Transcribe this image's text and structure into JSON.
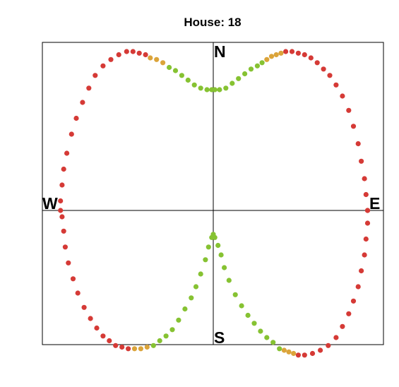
{
  "chart_data": {
    "type": "scatter",
    "title": "House:  18",
    "xlim": [
      -1,
      1
    ],
    "ylim": [
      -1,
      1
    ],
    "grid": false,
    "axis_labels": {
      "north": "N",
      "south": "S",
      "east": "E",
      "west": "W"
    },
    "colors": {
      "red": "#d53a36",
      "orange": "#dba43a",
      "green": "#86c232",
      "axes": "#000000"
    },
    "points": {
      "color_order": [
        "red",
        "orange",
        "green"
      ],
      "top_right": [
        [
          0.01,
          0.76,
          "green"
        ],
        [
          0.04,
          0.76,
          "green"
        ],
        [
          0.08,
          0.77,
          "green"
        ],
        [
          0.12,
          0.8,
          "green"
        ],
        [
          0.16,
          0.83,
          "green"
        ],
        [
          0.2,
          0.86,
          "green"
        ],
        [
          0.24,
          0.89,
          "green"
        ],
        [
          0.28,
          0.91,
          "green"
        ],
        [
          0.31,
          0.93,
          "green"
        ],
        [
          0.34,
          0.95,
          "orange"
        ],
        [
          0.37,
          0.97,
          "orange"
        ],
        [
          0.4,
          0.98,
          "orange"
        ],
        [
          0.43,
          0.99,
          "orange"
        ],
        [
          0.46,
          1.0,
          "red"
        ],
        [
          0.5,
          1.0,
          "red"
        ],
        [
          0.54,
          0.99,
          "red"
        ],
        [
          0.58,
          0.98,
          "red"
        ],
        [
          0.62,
          0.96,
          "red"
        ],
        [
          0.66,
          0.93,
          "red"
        ],
        [
          0.7,
          0.89,
          "red"
        ],
        [
          0.74,
          0.85,
          "red"
        ],
        [
          0.78,
          0.79,
          "red"
        ],
        [
          0.82,
          0.72,
          "red"
        ],
        [
          0.86,
          0.63,
          "red"
        ],
        [
          0.89,
          0.53,
          "red"
        ],
        [
          0.92,
          0.42,
          "red"
        ],
        [
          0.94,
          0.31,
          "red"
        ],
        [
          0.96,
          0.2,
          "red"
        ],
        [
          0.97,
          0.1,
          "red"
        ],
        [
          0.98,
          0.0,
          "red"
        ]
      ],
      "bottom_right": [
        [
          0.98,
          0.0,
          "red"
        ],
        [
          0.98,
          -0.08,
          "red"
        ],
        [
          0.97,
          -0.18,
          "red"
        ],
        [
          0.96,
          -0.28,
          "red"
        ],
        [
          0.94,
          -0.38,
          "red"
        ],
        [
          0.92,
          -0.48,
          "red"
        ],
        [
          0.89,
          -0.57,
          "red"
        ],
        [
          0.86,
          -0.65,
          "red"
        ],
        [
          0.82,
          -0.73,
          "red"
        ],
        [
          0.78,
          -0.8,
          "red"
        ],
        [
          0.73,
          -0.85,
          "red"
        ],
        [
          0.68,
          -0.88,
          "red"
        ],
        [
          0.63,
          -0.9,
          "red"
        ],
        [
          0.58,
          -0.91,
          "red"
        ],
        [
          0.54,
          -0.91,
          "red"
        ],
        [
          0.51,
          -0.9,
          "orange"
        ],
        [
          0.48,
          -0.89,
          "orange"
        ],
        [
          0.45,
          -0.88,
          "orange"
        ],
        [
          0.42,
          -0.87,
          "green"
        ],
        [
          0.38,
          -0.83,
          "green"
        ],
        [
          0.34,
          -0.8,
          "green"
        ],
        [
          0.3,
          -0.76,
          "green"
        ],
        [
          0.26,
          -0.71,
          "green"
        ],
        [
          0.22,
          -0.66,
          "green"
        ],
        [
          0.18,
          -0.6,
          "green"
        ],
        [
          0.14,
          -0.53,
          "green"
        ],
        [
          0.1,
          -0.44,
          "green"
        ],
        [
          0.07,
          -0.36,
          "green"
        ],
        [
          0.05,
          -0.28,
          "green"
        ],
        [
          0.03,
          -0.22,
          "green"
        ],
        [
          0.01,
          -0.17,
          "green"
        ],
        [
          0.0,
          -0.15,
          "green"
        ]
      ],
      "bottom_left": [
        [
          -0.01,
          -0.17,
          "green"
        ],
        [
          -0.03,
          -0.23,
          "green"
        ],
        [
          -0.05,
          -0.31,
          "green"
        ],
        [
          -0.08,
          -0.4,
          "green"
        ],
        [
          -0.11,
          -0.48,
          "green"
        ],
        [
          -0.14,
          -0.55,
          "green"
        ],
        [
          -0.18,
          -0.62,
          "green"
        ],
        [
          -0.22,
          -0.69,
          "green"
        ],
        [
          -0.26,
          -0.75,
          "green"
        ],
        [
          -0.3,
          -0.79,
          "green"
        ],
        [
          -0.34,
          -0.82,
          "green"
        ],
        [
          -0.38,
          -0.85,
          "green"
        ],
        [
          -0.42,
          -0.86,
          "orange"
        ],
        [
          -0.46,
          -0.87,
          "orange"
        ],
        [
          -0.5,
          -0.87,
          "orange"
        ],
        [
          -0.54,
          -0.87,
          "red"
        ],
        [
          -0.58,
          -0.86,
          "red"
        ],
        [
          -0.62,
          -0.85,
          "red"
        ],
        [
          -0.66,
          -0.82,
          "red"
        ],
        [
          -0.7,
          -0.79,
          "red"
        ],
        [
          -0.74,
          -0.74,
          "red"
        ],
        [
          -0.78,
          -0.68,
          "red"
        ],
        [
          -0.82,
          -0.61,
          "red"
        ],
        [
          -0.86,
          -0.52,
          "red"
        ],
        [
          -0.89,
          -0.43,
          "red"
        ],
        [
          -0.92,
          -0.33,
          "red"
        ],
        [
          -0.94,
          -0.23,
          "red"
        ],
        [
          -0.95,
          -0.13,
          "red"
        ],
        [
          -0.96,
          -0.04,
          "red"
        ],
        [
          -0.97,
          0.0,
          "red"
        ]
      ],
      "top_left": [
        [
          -0.97,
          0.06,
          "red"
        ],
        [
          -0.96,
          0.16,
          "red"
        ],
        [
          -0.95,
          0.26,
          "red"
        ],
        [
          -0.93,
          0.36,
          "red"
        ],
        [
          -0.9,
          0.48,
          "red"
        ],
        [
          -0.87,
          0.58,
          "red"
        ],
        [
          -0.83,
          0.68,
          "red"
        ],
        [
          -0.79,
          0.77,
          "red"
        ],
        [
          -0.75,
          0.85,
          "red"
        ],
        [
          -0.7,
          0.91,
          "red"
        ],
        [
          -0.65,
          0.95,
          "red"
        ],
        [
          -0.6,
          0.98,
          "red"
        ],
        [
          -0.55,
          1.0,
          "red"
        ],
        [
          -0.51,
          1.0,
          "red"
        ],
        [
          -0.47,
          0.99,
          "red"
        ],
        [
          -0.43,
          0.98,
          "red"
        ],
        [
          -0.4,
          0.96,
          "orange"
        ],
        [
          -0.36,
          0.95,
          "orange"
        ],
        [
          -0.32,
          0.93,
          "orange"
        ],
        [
          -0.28,
          0.9,
          "green"
        ],
        [
          -0.24,
          0.88,
          "green"
        ],
        [
          -0.2,
          0.85,
          "green"
        ],
        [
          -0.16,
          0.82,
          "green"
        ],
        [
          -0.12,
          0.79,
          "green"
        ],
        [
          -0.08,
          0.77,
          "green"
        ],
        [
          -0.04,
          0.76,
          "green"
        ],
        [
          -0.01,
          0.76,
          "green"
        ]
      ]
    }
  }
}
